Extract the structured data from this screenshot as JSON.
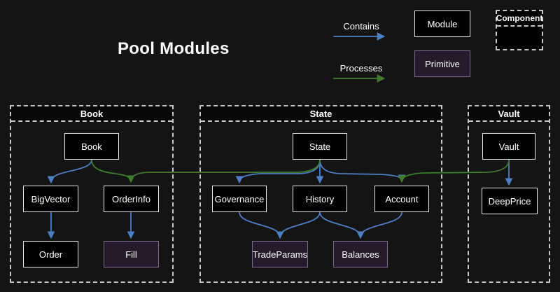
{
  "title": "Pool Modules",
  "legend": {
    "contains": "Contains",
    "processes": "Processes",
    "module": "Module",
    "primitive": "Primitive",
    "component": "Component"
  },
  "colors": {
    "contains_arrow": "#4d7fc4",
    "processes_arrow": "#3f7d2e",
    "module_fill": "#020202",
    "module_border": "#e8e8e8",
    "primitive_fill": "#251b2c",
    "primitive_border": "#7e6890",
    "container_border": "#c9c9c9",
    "background": "#141414",
    "text": "#ffffff"
  },
  "containers": {
    "book": {
      "label": "Book"
    },
    "state": {
      "label": "State"
    },
    "vault": {
      "label": "Vault"
    }
  },
  "nodes": {
    "book": {
      "label": "Book",
      "type": "module"
    },
    "bigvector": {
      "label": "BigVector",
      "type": "module"
    },
    "orderinfo": {
      "label": "OrderInfo",
      "type": "module"
    },
    "order": {
      "label": "Order",
      "type": "module"
    },
    "fill": {
      "label": "Fill",
      "type": "primitive"
    },
    "state": {
      "label": "State",
      "type": "module"
    },
    "governance": {
      "label": "Governance",
      "type": "module"
    },
    "history": {
      "label": "History",
      "type": "module"
    },
    "account": {
      "label": "Account",
      "type": "module"
    },
    "tradeparams": {
      "label": "TradeParams",
      "type": "primitive"
    },
    "balances": {
      "label": "Balances",
      "type": "primitive"
    },
    "vault": {
      "label": "Vault",
      "type": "module"
    },
    "deepprice": {
      "label": "DeepPrice",
      "type": "module"
    }
  },
  "edges": [
    {
      "from": "book",
      "to": "bigvector",
      "type": "contains"
    },
    {
      "from": "bigvector",
      "to": "order",
      "type": "contains"
    },
    {
      "from": "orderinfo",
      "to": "fill",
      "type": "contains"
    },
    {
      "from": "state",
      "to": "governance",
      "type": "contains"
    },
    {
      "from": "state",
      "to": "history",
      "type": "contains"
    },
    {
      "from": "state",
      "to": "account",
      "type": "contains"
    },
    {
      "from": "governance",
      "to": "tradeparams",
      "type": "contains"
    },
    {
      "from": "history",
      "to": "tradeparams",
      "type": "contains"
    },
    {
      "from": "history",
      "to": "balances",
      "type": "contains"
    },
    {
      "from": "account",
      "to": "balances",
      "type": "contains"
    },
    {
      "from": "vault",
      "to": "deepprice",
      "type": "contains"
    },
    {
      "from": "book",
      "to": "orderinfo",
      "type": "processes"
    },
    {
      "from": "state",
      "to": "orderinfo",
      "type": "processes"
    },
    {
      "from": "vault",
      "to": "account",
      "type": "processes"
    }
  ]
}
